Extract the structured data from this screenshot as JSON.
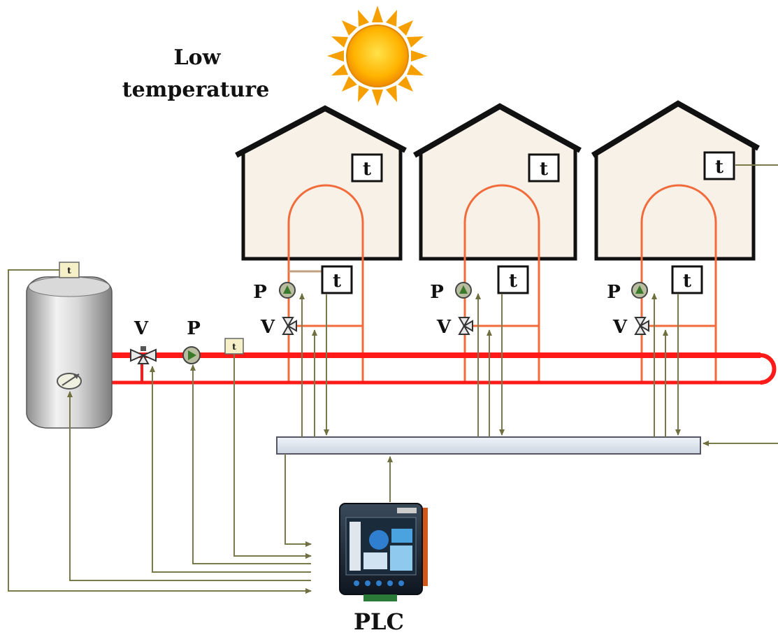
{
  "title": {
    "line1": "Low",
    "line2": "temperature"
  },
  "plc_label": "PLC",
  "pump_label": "P",
  "valve_label": "V",
  "sensor_label": "t",
  "icons": {
    "sun": "sun-icon",
    "tank": "water-tank-icon",
    "pump": "pump-icon",
    "valve": "three-way-valve-icon",
    "plc": "plc-controller-icon",
    "sensor": "temperature-sensor-icon"
  },
  "colors": {
    "pipe": "#ff1a1a",
    "loop": "#f26b3a",
    "signal": "#7a7a4a",
    "house_fill": "#f7f1e8",
    "bus_fill": "#dde6ef"
  }
}
